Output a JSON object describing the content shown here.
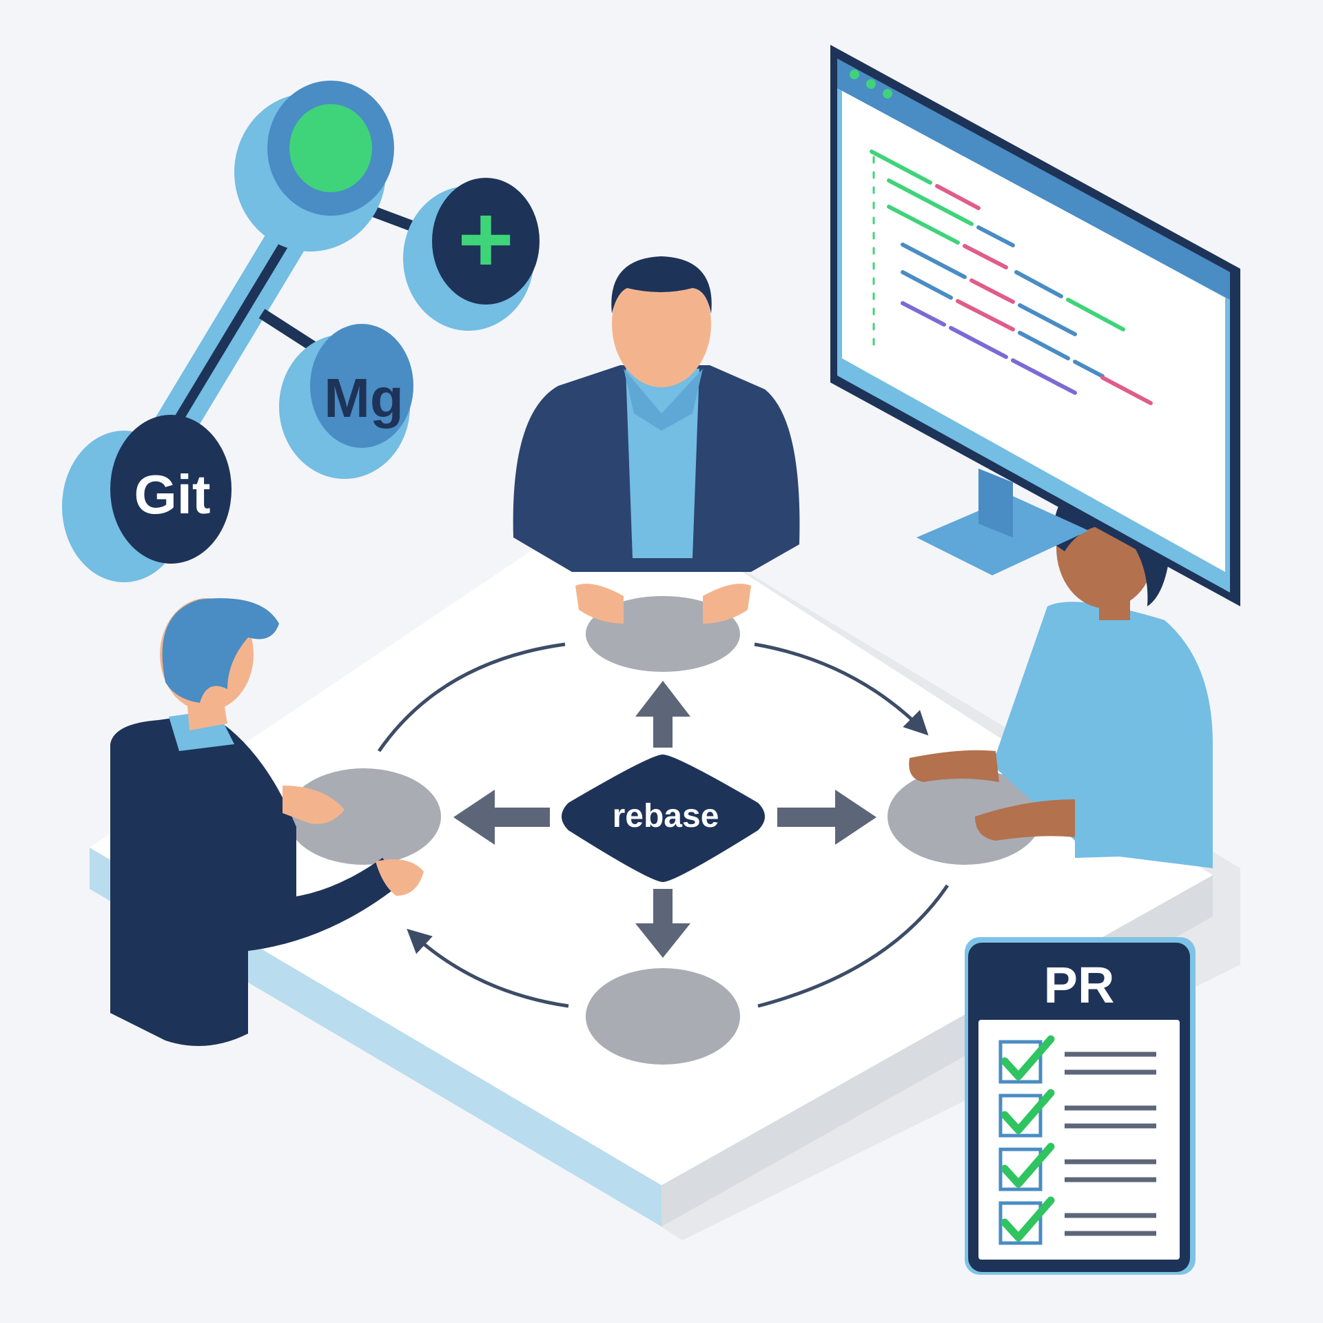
{
  "git_graph": {
    "node_git_label": "Git",
    "node_merge_label": "Mg",
    "node_add_symbol": "+"
  },
  "center_diamond": {
    "label": "rebase"
  },
  "pr_card": {
    "title": "PR",
    "checklist_count_label": ""
  },
  "colors": {
    "navy": "#1e3358",
    "light_blue": "#7ec3e6",
    "mid_blue": "#4a8cc4",
    "green": "#3fd37a",
    "gray_disc": "#a9acb3",
    "background": "#f4f5f8"
  },
  "icons": [
    "git-graph-icon",
    "monitor-icon",
    "checklist-icon",
    "check-icon",
    "arrow-icon"
  ]
}
